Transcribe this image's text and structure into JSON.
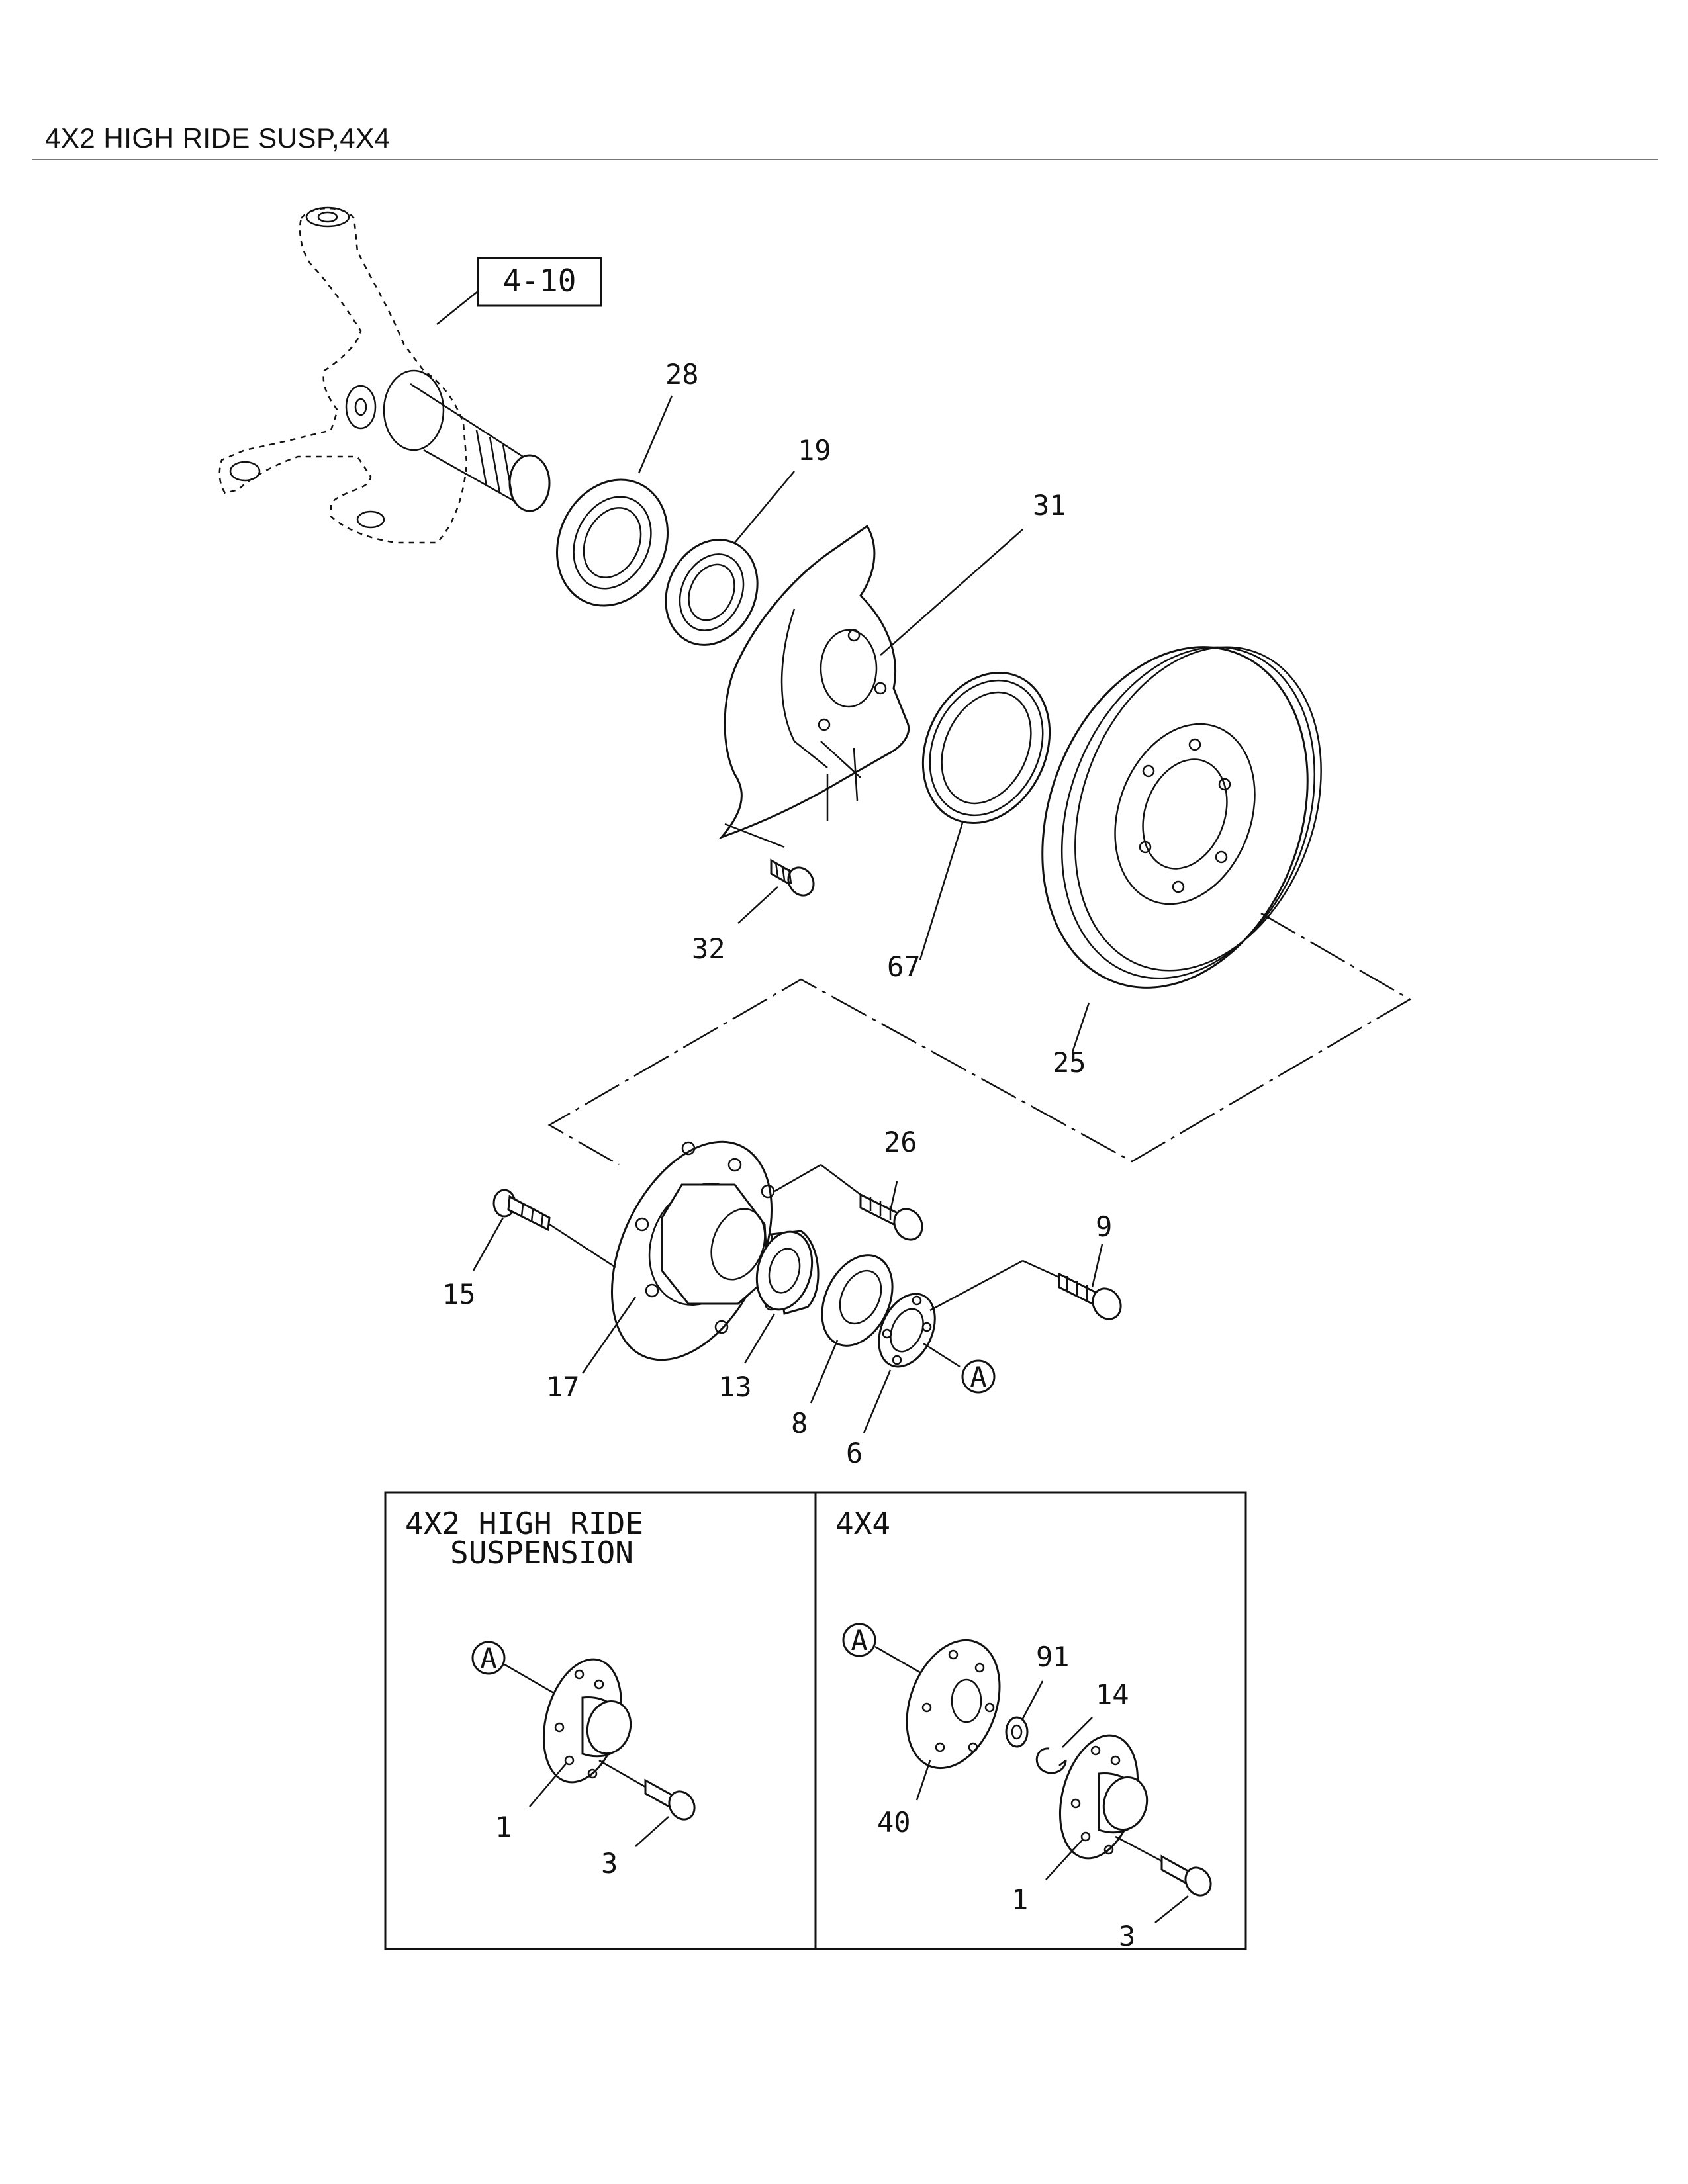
{
  "header": {
    "title": "4X2 HIGH RIDE SUSP,4X4"
  },
  "reference_box": {
    "label": "4-10"
  },
  "callouts": {
    "c28": "28",
    "c19": "19",
    "c31": "31",
    "c32": "32",
    "c67": "67",
    "c25": "25",
    "c26": "26",
    "c9": "9",
    "c15": "15",
    "c17": "17",
    "c13": "13",
    "c8": "8",
    "c6": "6",
    "cA": "A"
  },
  "inset": {
    "left_title_line1": "4X2 HIGH RIDE",
    "left_title_line2": "SUSPENSION",
    "right_title": "4X4",
    "left": {
      "a": "A",
      "c1": "1",
      "c3": "3"
    },
    "right": {
      "a": "A",
      "c91": "91",
      "c14": "14",
      "c40": "40",
      "c1": "1",
      "c3": "3"
    }
  }
}
